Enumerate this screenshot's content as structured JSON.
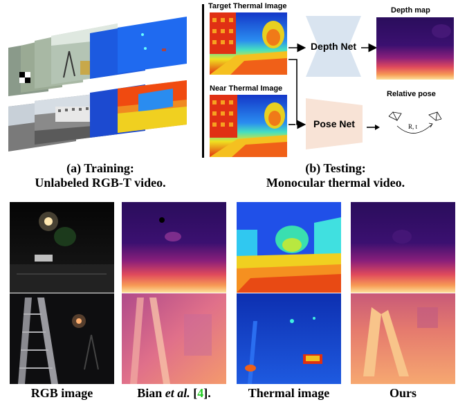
{
  "panel_a": {
    "caption_line1": "(a) Training:",
    "caption_line2": "Unlabeled RGB-T video."
  },
  "panel_b": {
    "target_label": "Target Thermal Image",
    "near_label": "Near Thermal Image",
    "depth_net_label": "Depth Net",
    "pose_net_label": "Pose Net",
    "depth_map_label": "Depth map",
    "relative_pose_label": "Relative pose",
    "pose_text": "R, t",
    "caption_line1": "(b) Testing:",
    "caption_line2": "Monocular thermal video."
  },
  "bottom_captions": {
    "rgb": "RGB image",
    "bian_prefix": "Bian ",
    "bian_etal": "et al.",
    "bian_open": " [",
    "bian_ref": "4",
    "bian_close": "].",
    "thermal": "Thermal image",
    "ours": "Ours"
  },
  "colors": {
    "depth_box": "#d9e4f0",
    "pose_box": "#f8e3d6",
    "citation": "#22cc22"
  }
}
